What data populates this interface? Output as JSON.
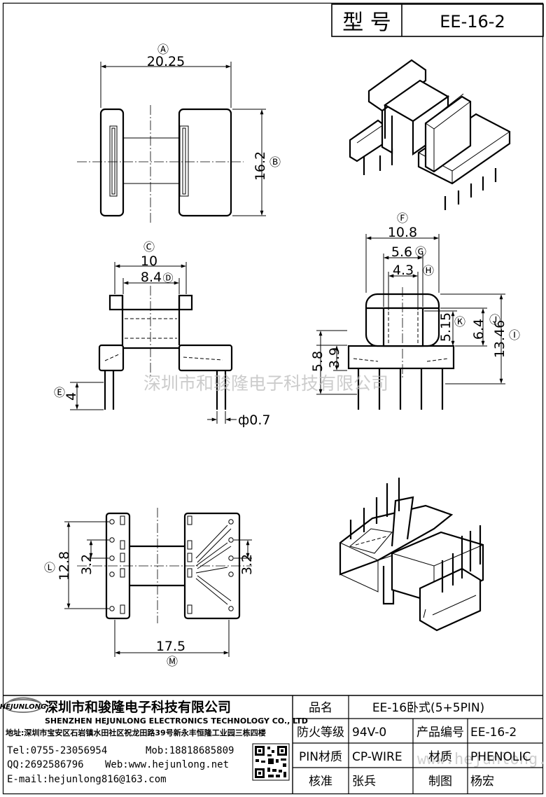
{
  "header": {
    "model_label": "型 号",
    "model_value": "EE-16-2"
  },
  "dimensions": {
    "A": {
      "marker": "Ⓐ",
      "value": "20.25"
    },
    "B": {
      "marker": "Ⓑ",
      "value": "16.2"
    },
    "C": {
      "marker": "Ⓒ",
      "value": "10"
    },
    "D": {
      "marker": "Ⓓ",
      "value": "8.4"
    },
    "E": {
      "marker": "Ⓔ",
      "value": "4"
    },
    "F": {
      "marker": "Ⓕ",
      "value": "10.8"
    },
    "G": {
      "marker": "Ⓖ",
      "value": "5.6"
    },
    "H": {
      "marker": "Ⓗ",
      "value": "4.3"
    },
    "I": {
      "marker": "Ⓘ",
      "value": "13.46"
    },
    "J": {
      "marker": "Ⓙ",
      "value": "6.4"
    },
    "K": {
      "marker": "Ⓚ",
      "value": "5.15"
    },
    "L": {
      "marker": "Ⓛ",
      "value": "12.8"
    },
    "M": {
      "marker": "Ⓜ",
      "value": "17.5"
    },
    "pin_diameter": "ф0.7",
    "h_5_8": "5.8",
    "h_3_9": "3.9",
    "pitch_left": "3.2",
    "pitch_right": "3.2"
  },
  "watermark": {
    "company": "深圳市和骏隆电子科技有限公司",
    "site": "www.hejunlong.net"
  },
  "title_block": {
    "logo_text": "HEJUNLONG",
    "company_cn": "深圳市和骏隆电子科技有限公司",
    "company_en": "SHENZHEN HEJUNLONG ELECTRONICS TECHNOLOGY CO., LTD",
    "address": "地址:深圳市宝安区石岩镇水田社区祝龙田路39号新永丰恒隆工业园三栋四楼",
    "tel": "Tel:0755-23056954",
    "mob": "Mob:18818685809",
    "qq": "QQ:2692586796",
    "web": "Web:www.hejunlong.net",
    "email": "E-mail:hejunlong816@163.com",
    "rows": [
      {
        "label": "品名",
        "value": "EE-16卧式(5+5PIN)"
      },
      {
        "label": "防火等级",
        "value": "94V-0",
        "label2": "产品编号",
        "value2": "EE-16-2"
      },
      {
        "label": "PIN材质",
        "value": "CP-WIRE",
        "label2": "材质",
        "value2": "PHENOLIC"
      },
      {
        "label": "核准",
        "value": "张兵",
        "label2": "制图",
        "value2": "杨宏"
      }
    ]
  }
}
